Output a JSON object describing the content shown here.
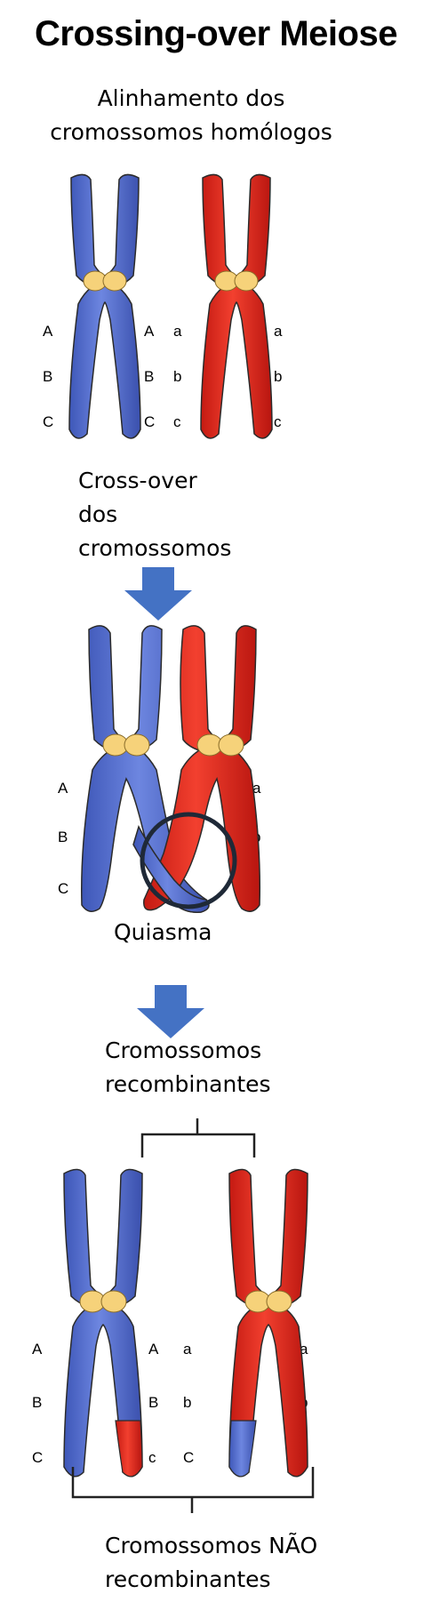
{
  "title": "Crossing-over Meiose",
  "step1": {
    "line1": "Alinhamento dos",
    "line2": "cromossomos homólogos"
  },
  "step2": {
    "line1": "Cross-over dos",
    "line2": "cromossomos"
  },
  "chiasma_label": "Quiasma",
  "step3": {
    "line1": "Cromossomos",
    "line2": "recombinantes"
  },
  "step4": {
    "line1": "Cromossomos NÃO",
    "line2": "recombinantes"
  },
  "genes": {
    "upper": [
      "A",
      "B",
      "C"
    ],
    "lower": [
      "a",
      "b",
      "c"
    ]
  },
  "colors": {
    "blue_chromosome": "#5b74d6",
    "red_chromosome": "#e8281e",
    "centromere": "#f6d27a",
    "arrow": "#4472c4",
    "circle": "#1f2937"
  }
}
